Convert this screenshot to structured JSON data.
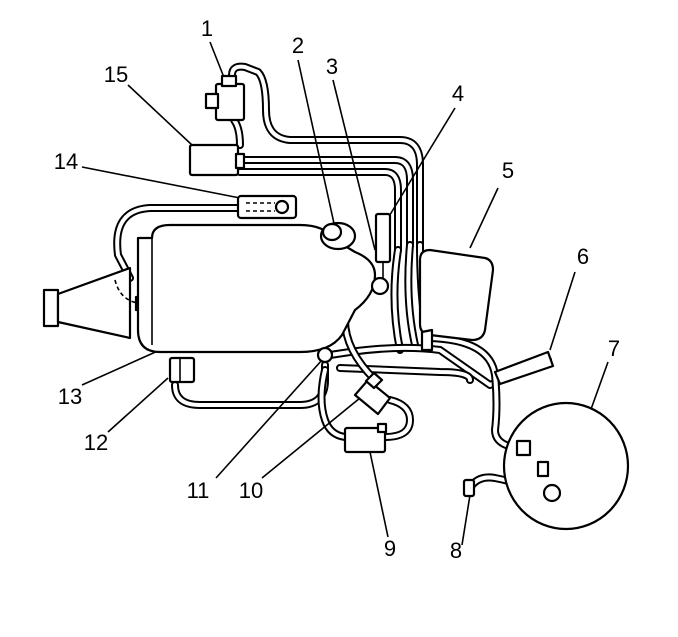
{
  "callouts": [
    "1",
    "2",
    "3",
    "4",
    "5",
    "6",
    "7",
    "8",
    "9",
    "10",
    "11",
    "12",
    "13",
    "14",
    "15"
  ],
  "colors": {
    "ink": "#000000",
    "paper": "#ffffff"
  }
}
